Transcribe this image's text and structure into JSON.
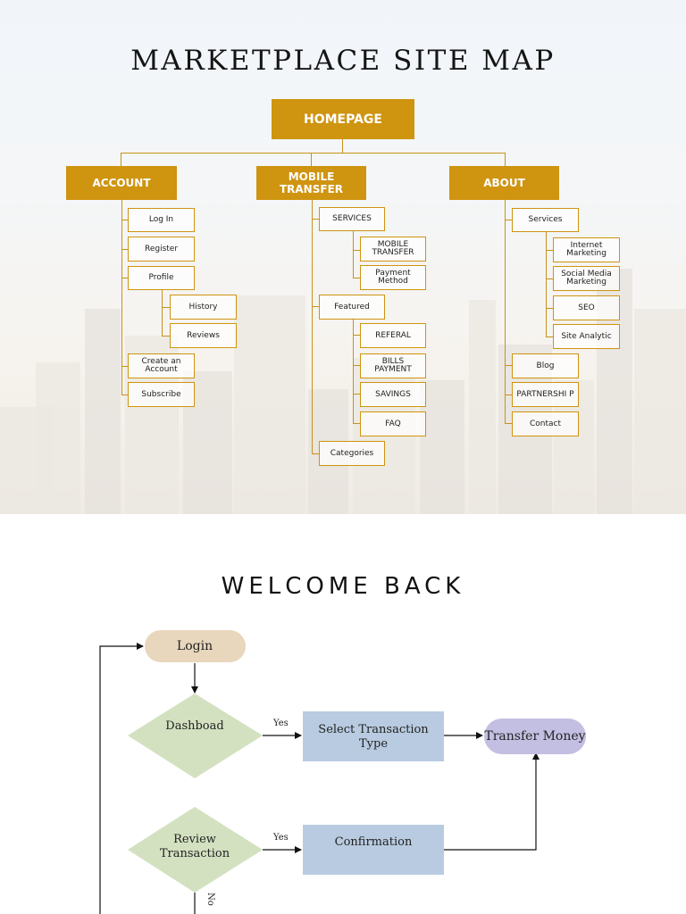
{
  "sitemap": {
    "title": "MARKETPLACE SITE MAP",
    "homepage": "HOMEPAGE",
    "account": {
      "label": "ACCOUNT",
      "items": [
        "Log In",
        "Register",
        "Profile",
        "Create an Account",
        "Subscribe"
      ],
      "profile_items": [
        "History",
        "Reviews"
      ]
    },
    "mobile_transfer": {
      "label": "MOBILE TRANSFER",
      "services": "SERVICES",
      "services_items": [
        "MOBILE TRANSFER",
        "Payment Method"
      ],
      "featured": "Featured",
      "featured_items": [
        "REFERAL",
        "BILLS PAYMENT",
        "SAVINGS",
        "FAQ"
      ],
      "categories": "Categories"
    },
    "about": {
      "label": "ABOUT",
      "services": "Services",
      "services_items": [
        "Internet Marketing",
        "Social Media Marketing",
        "SEO",
        "Site Analytic"
      ],
      "items": [
        "Blog",
        "PARTNERSHI P",
        "Contact"
      ]
    },
    "colors": {
      "header": "#cf9410",
      "line": "#c8921a"
    }
  },
  "flow": {
    "title": "WELCOME BACK",
    "login": "Login",
    "dashboard": "Dashboad",
    "select_type": "Select Transaction Type",
    "transfer": "Transfer Money",
    "review": "Review Transaction",
    "confirmation": "Confirmation",
    "yes": "Yes",
    "no": "No",
    "colors": {
      "login": "#e8d7bd",
      "diamond": "#d3e1c0",
      "process": "#b8cbe0",
      "terminal": "#c3bfe2"
    }
  }
}
